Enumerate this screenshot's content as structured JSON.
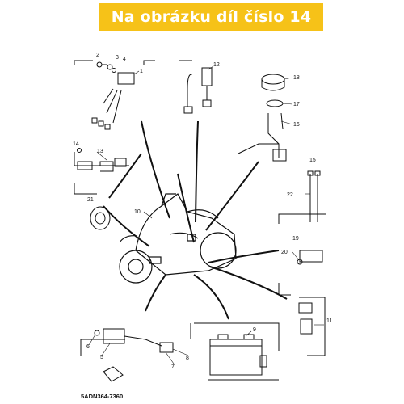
{
  "banner": {
    "text": "Na obrázku díl číslo 14"
  },
  "callouts": {
    "c1": "1",
    "c2": "2",
    "c3": "3",
    "c4": "4",
    "c5": "5",
    "c6": "6",
    "c7": "7",
    "c8": "8",
    "c9": "9",
    "c10": "10",
    "c11": "11",
    "c12": "12",
    "c13": "13",
    "c14": "14",
    "c15": "15",
    "c16": "16",
    "c17": "17",
    "c18": "18",
    "c19": "19",
    "c20": "20",
    "c21": "21",
    "c22": "22"
  },
  "diagram_code": "5ADN364-7360",
  "colors": {
    "banner_bg": "#f6c218",
    "ink": "#111111"
  }
}
